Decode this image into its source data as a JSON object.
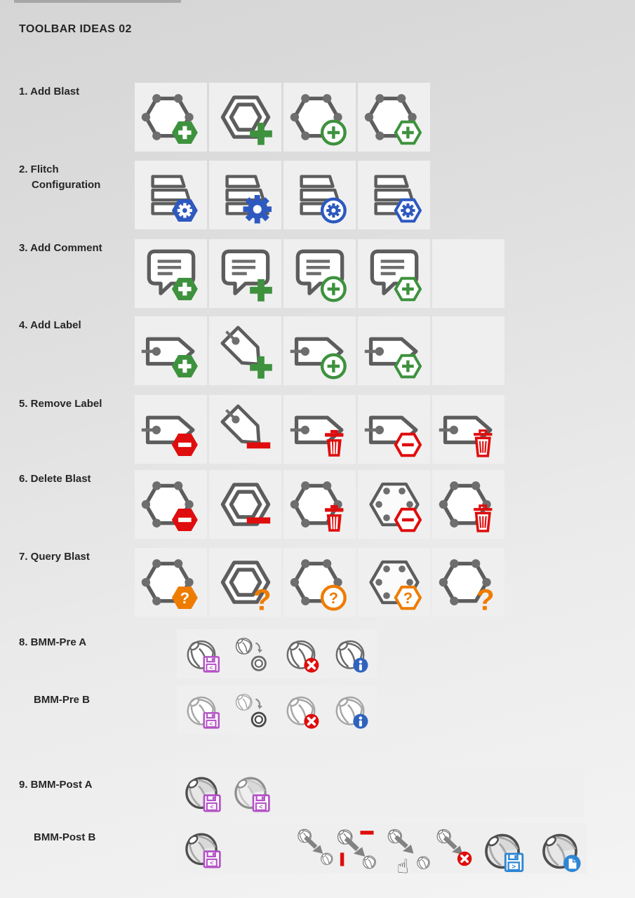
{
  "title": "TOOLBAR IDEAS 02",
  "colors": {
    "green": "#3e923e",
    "blue": "#2d59c0",
    "red": "#df0d0d",
    "orange": "#ee7c00",
    "purple": "#b352c5",
    "info": "#2f63c0",
    "lightblue": "#2e86d4",
    "gray": "#5d5d5d",
    "node": "#6e6e6e"
  },
  "rows": [
    {
      "label": "1. Add Blast",
      "label2": "",
      "tiles": [
        {
          "base": "blast-node",
          "badge": "hexsolid:plus:green"
        },
        {
          "base": "blast-double",
          "badge": "big:plus:green"
        },
        {
          "base": "blast-node",
          "badge": "circle:plus:green"
        },
        {
          "base": "blast-node",
          "badge": "hexout:plus:green"
        }
      ]
    },
    {
      "label": "2. Flitch",
      "label2": "Configuration",
      "tiles": [
        {
          "base": "flitch",
          "badge": "hexsolid:gear:blue"
        },
        {
          "base": "flitch",
          "badge": "big:gear:blue"
        },
        {
          "base": "flitch",
          "badge": "circle:gear:blue"
        },
        {
          "base": "flitch",
          "badge": "hexout:gear:blue"
        }
      ]
    },
    {
      "label": "3. Add Comment",
      "label2": "",
      "tiles": [
        {
          "base": "comment",
          "badge": "hexsolid:plus:green"
        },
        {
          "base": "comment",
          "badge": "big:plus:green"
        },
        {
          "base": "comment",
          "badge": "circle:plus:green"
        },
        {
          "base": "comment",
          "badge": "hexout:plus:green"
        },
        {
          "base": "",
          "badge": ""
        }
      ]
    },
    {
      "label": "4. Add Label",
      "label2": "",
      "tiles": [
        {
          "base": "tag",
          "badge": "hexsolid:plus:green"
        },
        {
          "base": "tag-diag",
          "badge": "big:plus:green"
        },
        {
          "base": "tag",
          "badge": "circle:plus:green"
        },
        {
          "base": "tag",
          "badge": "hexout:plus:green"
        },
        {
          "base": "",
          "badge": ""
        }
      ]
    },
    {
      "label": "5. Remove Label",
      "label2": "",
      "tiles": [
        {
          "base": "tag",
          "badge": "hexsolid:minus:red"
        },
        {
          "base": "tag-diag",
          "badge": "big:minus:red"
        },
        {
          "base": "tag",
          "badge": "trashsolid::red"
        },
        {
          "base": "tag",
          "badge": "hexout:minus:red"
        },
        {
          "base": "tag",
          "badge": "trashout::red"
        }
      ]
    },
    {
      "label": "6. Delete Blast",
      "label2": "",
      "tiles": [
        {
          "base": "blast-node",
          "badge": "hexsolid:minus:red"
        },
        {
          "base": "blast-double",
          "badge": "big:minus:red"
        },
        {
          "base": "blast-node",
          "badge": "trashsolid::red"
        },
        {
          "base": "blast-dots",
          "badge": "hexout:minus:red"
        },
        {
          "base": "blast-node",
          "badge": "trashout::red"
        }
      ]
    },
    {
      "label": "7. Query Blast",
      "label2": "",
      "tiles": [
        {
          "base": "blast-node",
          "badge": "hexsolid:q:orange"
        },
        {
          "base": "blast-double",
          "badge": "big:q:orange"
        },
        {
          "base": "blast-node",
          "badge": "circle:q:orange"
        },
        {
          "base": "blast-dots",
          "badge": "hexout:q:orange"
        },
        {
          "base": "blast-node",
          "badge": "big:q:orange"
        }
      ]
    }
  ],
  "bmm": [
    {
      "label": "8. BMM-Pre A",
      "icons": [
        "globe-save",
        "globe-ring",
        "globe-x",
        "globe-info"
      ]
    },
    {
      "label": "BMM-Pre B",
      "icons": [
        "globe-save-light",
        "globe-ring-light",
        "globe-x-light",
        "globe-info-light"
      ]
    },
    {
      "label": "9. BMM-Post A",
      "icons": [
        "globe2-save",
        "globe2-save-light"
      ]
    },
    {
      "label": "BMM-Post B",
      "icons": [
        "globe2-save",
        "transfer",
        "transfer-minus",
        "transfer-hand",
        "transfer-x",
        "globe2-save-blue",
        "globe2-doc"
      ]
    }
  ]
}
